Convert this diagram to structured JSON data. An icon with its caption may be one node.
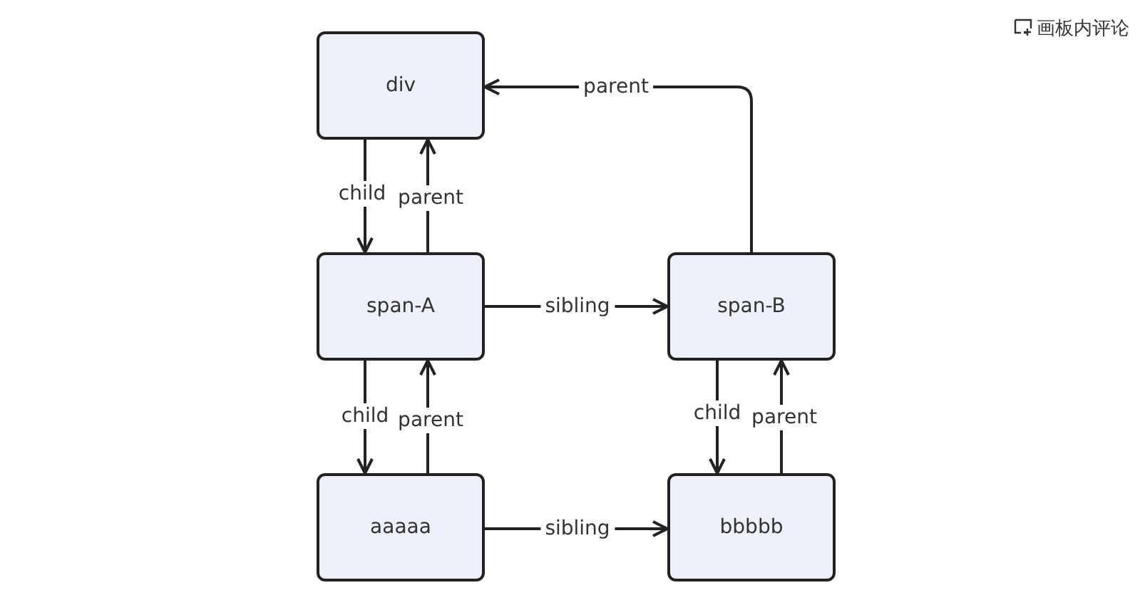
{
  "diagram": {
    "nodes": [
      {
        "text": [
          "div"
        ]
      },
      {
        "text": [
          "span-A"
        ]
      },
      {
        "text": [
          "span-B"
        ]
      },
      {
        "text": [
          "aaaaa"
        ]
      },
      {
        "text": [
          "bbbbb"
        ]
      }
    ],
    "edges": [
      {
        "from": 0,
        "to": 1,
        "arrow": "to",
        "label": "child"
      },
      {
        "from": 1,
        "to": 0,
        "arrow": "to",
        "label": "parent"
      },
      {
        "from": 1,
        "to": 2,
        "arrow": "to",
        "label": "sibling"
      },
      {
        "from": 2,
        "to": 0,
        "arrow": "to",
        "label": "parent"
      },
      {
        "from": 1,
        "to": 3,
        "arrow": "to",
        "label": "child"
      },
      {
        "from": 3,
        "to": 1,
        "arrow": "to",
        "label": "parent"
      },
      {
        "from": 2,
        "to": 4,
        "arrow": "to",
        "label": "child"
      },
      {
        "from": 4,
        "to": 2,
        "arrow": "to",
        "label": "parent"
      },
      {
        "from": 3,
        "to": 4,
        "arrow": "to",
        "label": "sibling"
      }
    ],
    "labels": [
      "画板内评论"
    ]
  }
}
